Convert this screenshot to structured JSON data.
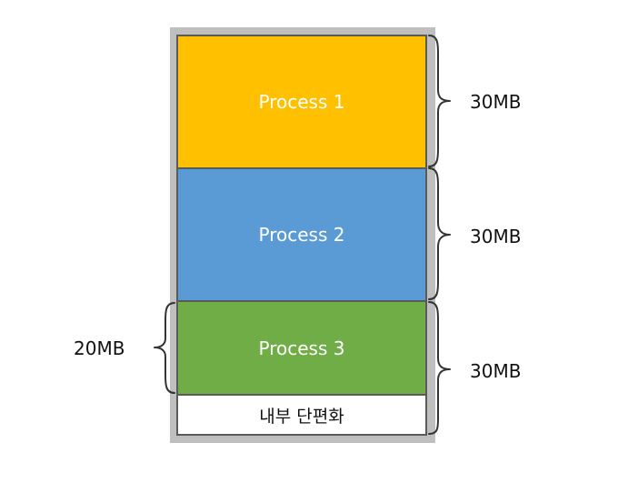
{
  "blocks": [
    {
      "label": "Process 1",
      "color": "#ffc000"
    },
    {
      "label": "Process 2",
      "color": "#5b9bd5"
    },
    {
      "label": "Process 3",
      "color": "#70ad47"
    },
    {
      "label": "내부 단편화",
      "color": "#ffffff"
    }
  ],
  "sizes": {
    "right_top": "30MB",
    "right_middle": "30MB",
    "right_bottom": "30MB",
    "left_process3": "20MB"
  }
}
